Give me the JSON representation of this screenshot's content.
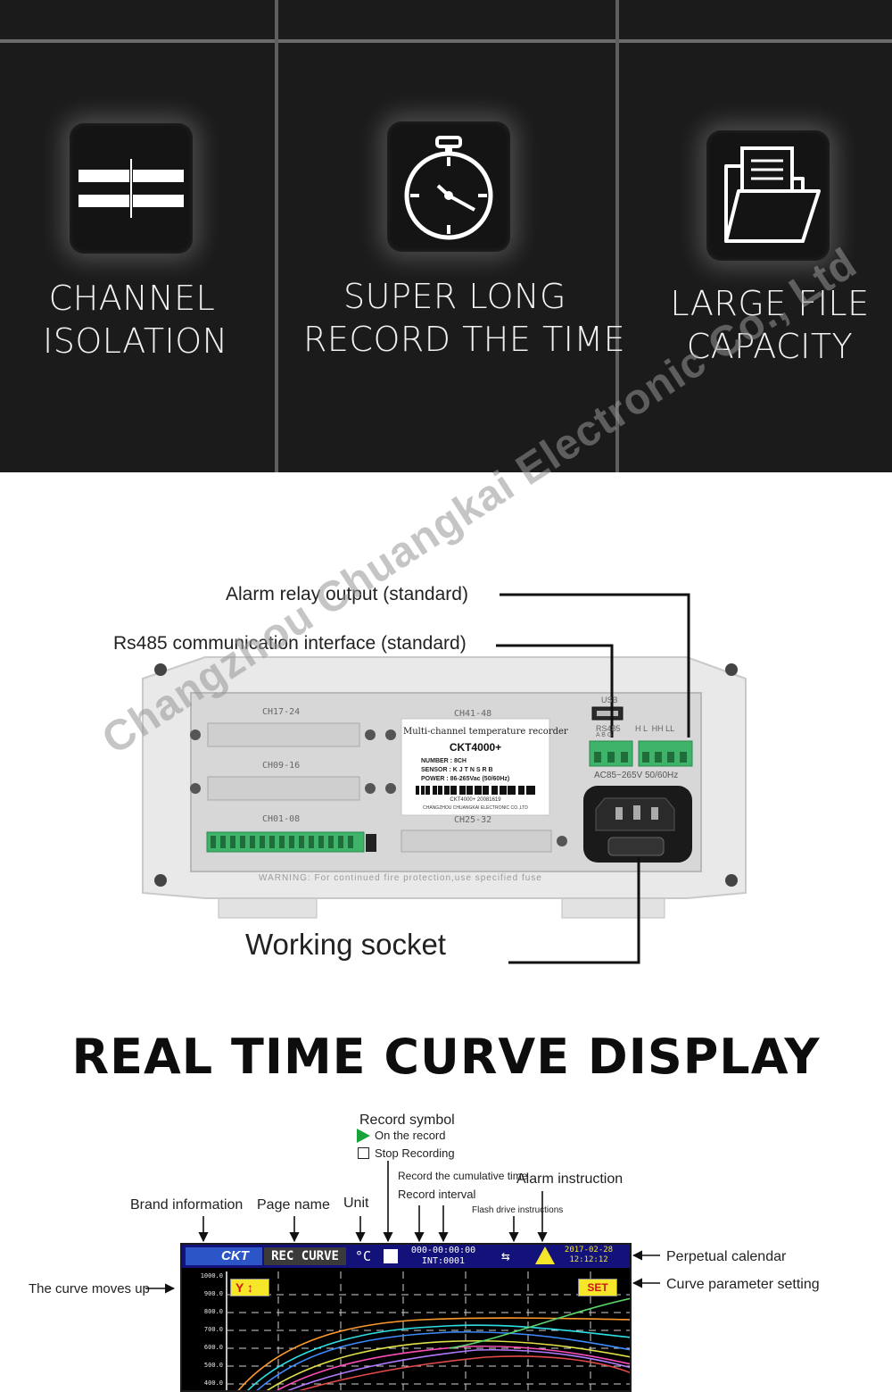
{
  "features": [
    {
      "icon": "channel-isolation-icon",
      "line1": "CHANNEL",
      "line2": "ISOLATION"
    },
    {
      "icon": "stopwatch-icon",
      "line1": "SUPER LONG",
      "line2": "RECORD THE TIME"
    },
    {
      "icon": "file-folder-icon",
      "line1": "LARGE FILE",
      "line2": "CAPACITY"
    }
  ],
  "rear_panel": {
    "callouts": {
      "alarm_relay": "Alarm relay output (standard)",
      "rs485": "Rs485 communication interface (standard)",
      "working_socket": "Working socket"
    },
    "watermark": "Changzhou Chuangkai Electronic Co., Ltd",
    "slots": {
      "ch17_24": "CH17-24",
      "ch09_16": "CH09-16",
      "ch01_08": "CH01-08",
      "ch41_48": "CH41-48",
      "ch25_32": "CH25-32"
    },
    "ports": {
      "usb": "USB",
      "rs485": "RS485",
      "rs485_pins": "A B G",
      "relay": "H L  HH LL",
      "power_rating": "AC85~265V 50/60Hz"
    },
    "plate": {
      "title": "Multi-channel temperature recorder",
      "model": "CKT4000+",
      "number": "NUMBER : 8CH",
      "sensor": "SENSOR : K J T N S R B",
      "power": "POWER : 86-265Vac (50/60Hz)",
      "serial": "CKT4000+ 20081619",
      "maker": "CHANGZHOU CHUANGKAI ELECTRONIC CO.,LTD"
    },
    "warning": "WARNING: For continued fire protection,use specified fuse"
  },
  "curve": {
    "heading": "REAL TIME CURVE DISPLAY",
    "annotations": {
      "record_symbol": "Record symbol",
      "on_record": "On the record",
      "stop_recording": "Stop Recording",
      "cumulative_time": "Record the cumulative time",
      "record_interval": "Record interval",
      "alarm_instruction": "Alarm instruction",
      "flash_drive": "Flash drive instructions",
      "brand_information": "Brand information",
      "page_name": "Page name",
      "unit": "Unit",
      "perpetual_calendar": "Perpetual calendar",
      "curve_parameter": "Curve parameter setting",
      "curve_moves_up": "The curve moves up"
    },
    "screen": {
      "brand": "CKT",
      "page": "REC CURVE",
      "unit": "°C",
      "time_counter": "000-00:00:00",
      "interval": "INT:0001",
      "date": "2017-02-28",
      "clock": "12:12:12",
      "y_button": "Y",
      "set_button": "SET",
      "y_ticks": [
        "1000.0",
        "900.0",
        "800.0",
        "700.0",
        "600.0",
        "500.0",
        "400.0"
      ]
    }
  },
  "colors": {
    "band_background": "#1c1b1b",
    "screen_bar": "#12127a",
    "record_green": "#1aa33a",
    "terminal_green": "#3fb36a",
    "button_yellow": "#f5e62a"
  }
}
